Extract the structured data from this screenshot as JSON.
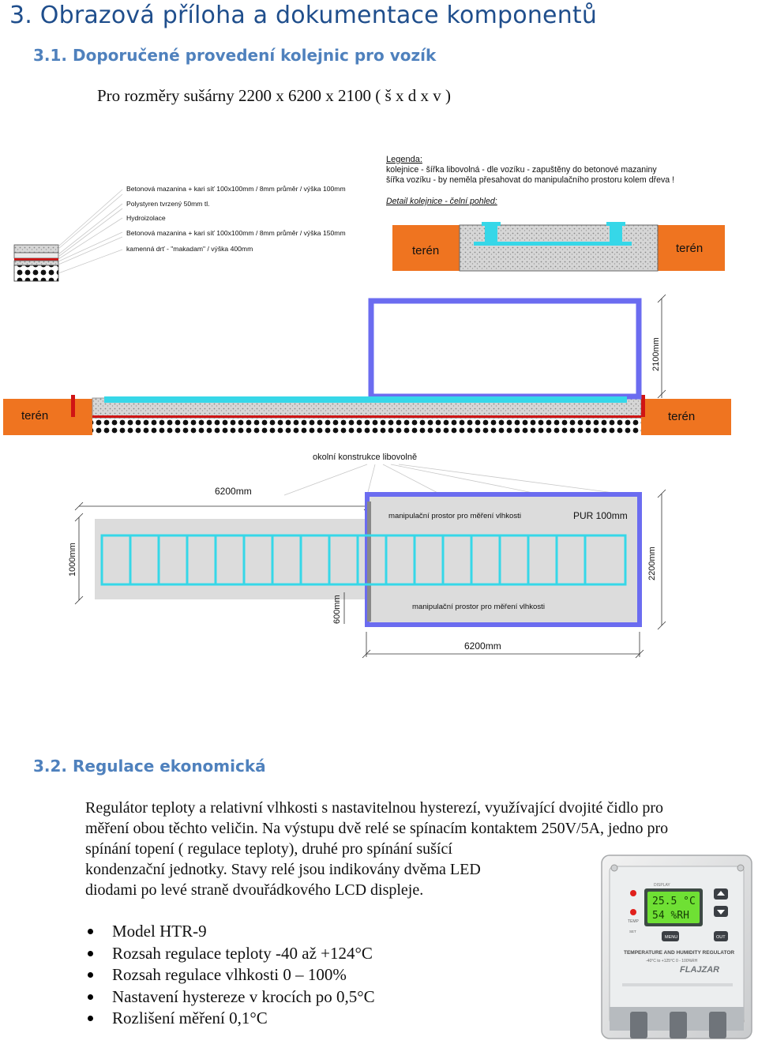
{
  "heading": "3. Obrazová příloha a dokumentace komponentů",
  "section1": {
    "title": "3.1. Doporučené provedení kolejnic pro vozík",
    "subtitle": "Pro rozměry sušárny 2200 x 6200 x 2100 ( š x d x v )"
  },
  "diagram": {
    "layers": [
      "Betonová mazanina + kari síť 100x100mm / 8mm průměr / výška 100mm",
      "Polystyren tvrzený 50mm tl.",
      "Hydroizolace",
      "Betonová mazanina + kari síť 100x100mm / 8mm průměr / výška 150mm",
      "kamenná drť - \"makadam\" / výška 400mm"
    ],
    "legend_title": "Legenda:",
    "legend_line1": "kolejnice - šířka libovolná - dle vozíku - zapuštěny do betonové mazaniny",
    "legend_line2": "šířka vozíku - by neměla přesahovat do manipulačního prostoru kolem dřeva !",
    "detail_title": "Detail kolejnice - čelní pohled:",
    "terrain": "terén",
    "dim_height": "2100mm",
    "surround_note": "okolní konstrukce libovolně",
    "dim_length_top": "6200mm",
    "dim_length_bottom": "6200mm",
    "dim_1000": "1000mm",
    "dim_600": "600mm",
    "dim_2200": "2200mm",
    "manip_top": "manipulační prostor pro měření vlhkosti",
    "manip_bottom": "manipulační prostor pro měření vlhkosti",
    "pur": "PUR 100mm"
  },
  "section2": {
    "title": "3.2. Regulace ekonomická",
    "para_lines": [
      "Regulátor teploty a relativní vlhkosti s nastavitelnou hysterezí, využívající dvojité čidlo pro",
      "měření obou těchto veličin. Na výstupu dvě relé se spínacím kontaktem 250V/5A, jedno pro",
      "spínání topení ( regulace teploty), druhé pro spínání sušící",
      "kondenzační jednotky. Stavy relé jsou indikovány dvěma LED",
      "diodami po levé straně dvouřádkového LCD displeje."
    ],
    "bullets": [
      "Model HTR-9",
      "Rozsah regulace teploty -40 až +124°C",
      "Rozsah regulace vlhkosti 0 – 100%",
      "Nastavení hystereze v krocích po 0,5°C",
      "Rozlišení měření 0,1°C"
    ]
  },
  "device": {
    "display_line1": "25.5 °C",
    "display_line2": "54  %RH",
    "label_top": "DISPLAY",
    "label_temp": "TEMP",
    "label_set": "SET",
    "label_menu": "MENU",
    "label_out": "OUT",
    "panel_title": "TEMPERATURE AND HUMIDITY REGULATOR",
    "panel_range": "-40°C to +125°C    0 - 100%RH",
    "brand": "FLAJZAR"
  },
  "colors": {
    "heading": "#1f4e8c",
    "subheading": "#4f81bd",
    "terrain": "#ef7420",
    "rail": "#36d7e8",
    "frame": "#6b6cf0"
  }
}
